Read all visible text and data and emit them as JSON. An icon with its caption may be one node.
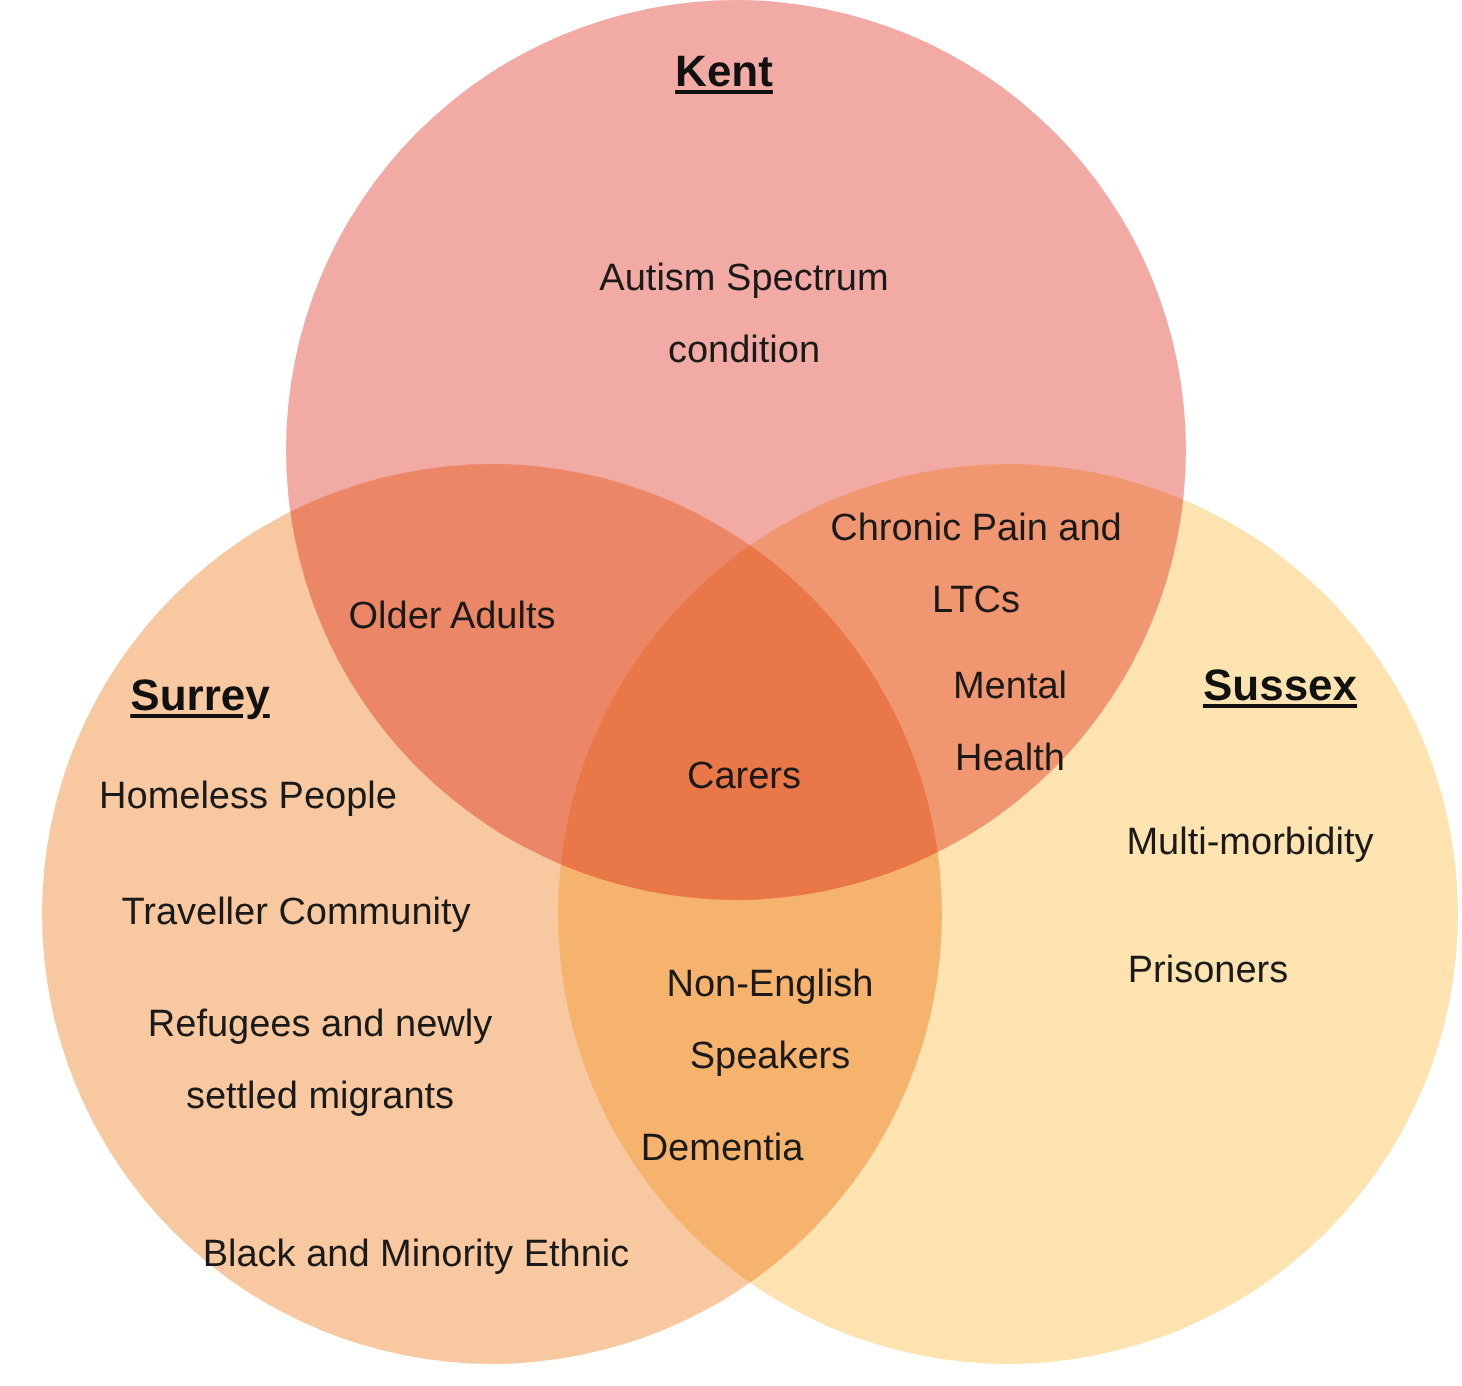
{
  "diagram": {
    "nodes": [
      {
        "text": [
          "Kent"
        ]
      },
      {
        "text": [
          "Surrey"
        ]
      },
      {
        "text": [
          "Sussex"
        ]
      }
    ],
    "labels": [
      "Autism Spectrum condition",
      "Older Adults",
      "Chronic Pain and LTCs",
      "Mental Health",
      "Carers",
      "Homeless People",
      "Traveller Community",
      "Multi-morbidity",
      "Prisoners",
      "Refugees and newly settled migrants",
      "Non-English Speakers",
      "Dementia",
      "Black and Minority Ethnic"
    ]
  }
}
